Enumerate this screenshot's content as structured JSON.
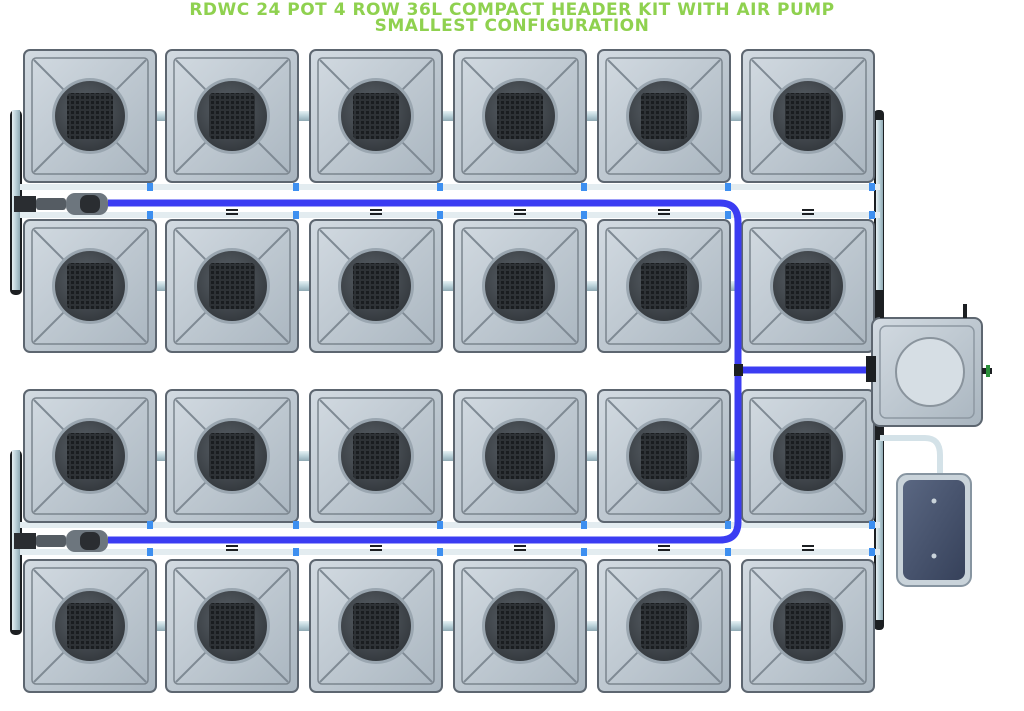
{
  "title": {
    "line1": "RDWC 24 POT 4 ROW 36L COMPACT HEADER KIT WITH AIR PUMP",
    "line2": "SMALLEST CONFIGURATION"
  },
  "colors": {
    "title": "#8fd14f",
    "pot_body": "#bcc7d0",
    "pot_edge": "#5d6670",
    "lid": "#4c5258",
    "basket": "#2b2f33",
    "air_line": "#3b3cf2",
    "connector_blue": "#3d8ff0",
    "water_pipe": "#c7dce3",
    "air_pump": "#4a5670",
    "control_bucket": "#c9d3da"
  },
  "layout_counts": {
    "rows": 4,
    "pots_per_row": 6
  },
  "components": [
    {
      "name": "grow-pot",
      "count": 24
    },
    {
      "name": "control-bucket",
      "count": 1
    },
    {
      "name": "air-pump",
      "count": 1
    }
  ]
}
